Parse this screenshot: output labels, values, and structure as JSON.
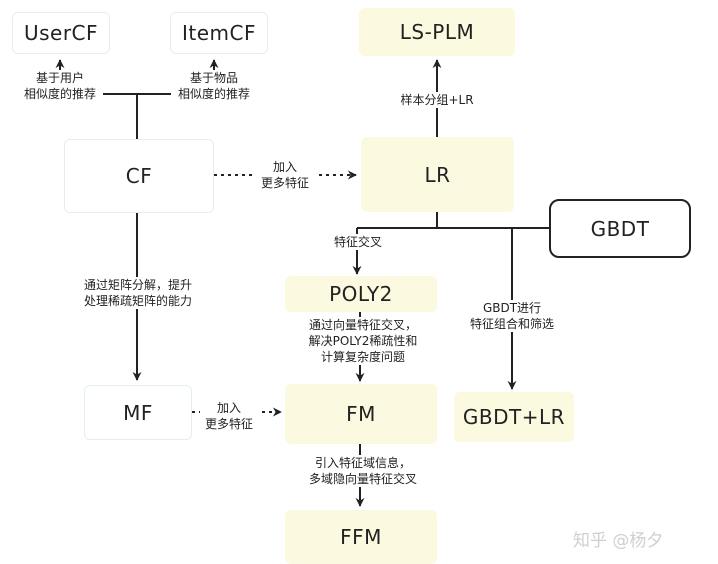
{
  "nodes": {
    "usercf": "UserCF",
    "itemcf": "ItemCF",
    "lsplm": "LS-PLM",
    "cf": "CF",
    "lr": "LR",
    "gbdt": "GBDT",
    "poly2": "POLY2",
    "gbdt_lr": "GBDT+LR",
    "mf": "MF",
    "fm": "FM",
    "ffm": "FFM"
  },
  "edges": {
    "user_sim": [
      "基于用户",
      "相似度的推荐"
    ],
    "item_sim": [
      "基于物品",
      "相似度的推荐"
    ],
    "sample_group": "样本分组+LR",
    "cf_lr_more": [
      "加入",
      "更多特征"
    ],
    "matrix": [
      "通过矩阵分解，提升",
      "处理稀疏矩阵的能力"
    ],
    "feature_cross": "特征交叉",
    "gbdt_combo": [
      "GBDT进行",
      "特征组合和筛选"
    ],
    "vector_cross": [
      "通过向量特征交叉，",
      "解决POLY2稀疏性和",
      "计算复杂度问题"
    ],
    "mf_fm_more": [
      "加入",
      "更多特征"
    ],
    "field": [
      "引入特征域信息，",
      "多域隐向量特征交叉"
    ]
  },
  "watermark": "知乎 @杨夕"
}
